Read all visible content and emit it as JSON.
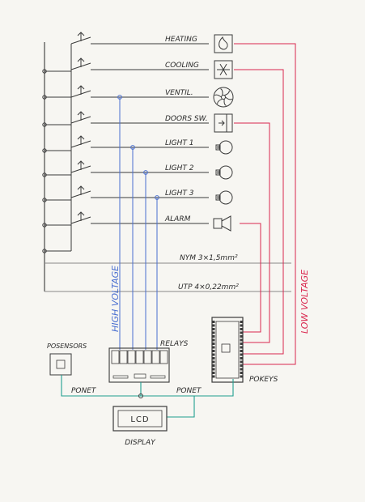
{
  "loads": [
    {
      "label": "HEATING",
      "icon": "flame-icon"
    },
    {
      "label": "COOLING",
      "icon": "snowflake-icon"
    },
    {
      "label": "VENTIL.",
      "icon": "fan-icon"
    },
    {
      "label": "DOORS SW.",
      "icon": "door-switch-icon"
    },
    {
      "label": "LIGHT 1",
      "icon": "bulb-icon"
    },
    {
      "label": "LIGHT 2",
      "icon": "bulb-icon"
    },
    {
      "label": "LIGHT 3",
      "icon": "bulb-icon"
    },
    {
      "label": "ALARM",
      "icon": "horn-icon"
    }
  ],
  "cables": {
    "power": "NYM 3×1,5mm²",
    "data": "UTP 4×0,22mm²"
  },
  "labels": {
    "high_voltage": "HIGH VOLTAGE",
    "low_voltage": "LOW VOLTAGE",
    "relays": "RELAYS",
    "pokeys": "POKEYS",
    "posensors": "POSENSORS",
    "ponet_left": "PONET",
    "ponet_right": "PONET",
    "lcd": "LCD",
    "display": "DISPLAY"
  },
  "colors": {
    "wire": "#3a3a3a",
    "high_voltage": "#4a6fd0",
    "low_voltage": "#d9274e",
    "ponet": "#1f9f8f",
    "paper": "#f7f6f2"
  }
}
